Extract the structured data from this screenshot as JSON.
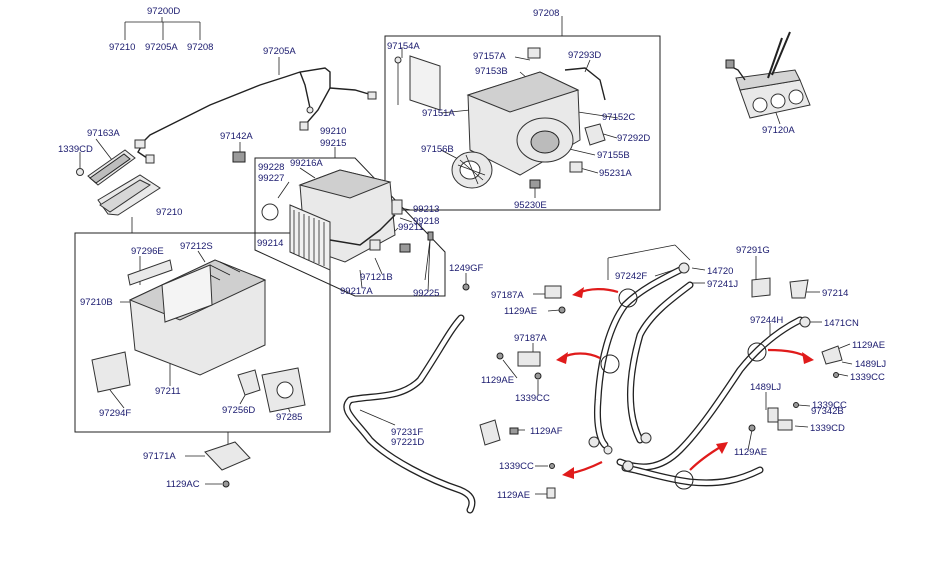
{
  "labels": {
    "p97200D": "97200D",
    "p97210_top": "97210",
    "p97205A_top": "97205A",
    "p97208_top": "97208",
    "p97205A": "97205A",
    "p97163A": "97163A",
    "p1339CD_left": "1339CD",
    "p97142A": "97142A",
    "p99210": "99210",
    "p99215": "99215",
    "p99228": "99228",
    "p99227": "99227",
    "p99216A": "99216A",
    "p99214": "99214",
    "p99213": "99213",
    "p99218": "99218",
    "p99211": "99211",
    "p97121B": "97121B",
    "p99217A": "99217A",
    "p99225": "99225",
    "p1249GF": "1249GF",
    "p97208": "97208",
    "p97154A": "97154A",
    "p97157A": "97157A",
    "p97153B": "97153B",
    "p97293D": "97293D",
    "p97151A": "97151A",
    "p97152C": "97152C",
    "p97292D": "97292D",
    "p97156B": "97156B",
    "p97155B": "97155B",
    "p95231A": "95231A",
    "p95230E": "95230E",
    "p97120A": "97120A",
    "p97210": "97210",
    "p97296E": "97296E",
    "p97212S": "97212S",
    "p97210B": "97210B",
    "p97211": "97211",
    "p97294F": "97294F",
    "p97256D": "97256D",
    "p97285": "97285",
    "p97171A": "97171A",
    "p1129AC": "1129AC",
    "p97231F": "97231F",
    "p97221D": "97221D",
    "p97242F": "97242F",
    "p14720": "14720",
    "p97241J": "97241J",
    "p97291G": "97291G",
    "p97214": "97214",
    "p97187A_1": "97187A",
    "p1129AE_1": "1129AE",
    "p97187A_2": "97187A",
    "p1129AE_2": "1129AE",
    "p1339CC_1": "1339CC",
    "p1129AF": "1129AF",
    "p1339CC_2": "1339CC",
    "p1129AE_3": "1129AE",
    "p97244H": "97244H",
    "p1471CN": "1471CN",
    "p1129AE_4": "1129AE",
    "p1489LJ_1": "1489LJ",
    "p1339CC_3": "1339CC",
    "p1489LJ_2": "1489LJ",
    "p1339CC_4": "1339CC",
    "p97342B": "97342B",
    "p1339CD_right": "1339CD",
    "p1129AE_5": "1129AE"
  },
  "colors": {
    "label_text": "#1a1a6e",
    "arrow": "#e01b1b",
    "line": "#222222"
  }
}
